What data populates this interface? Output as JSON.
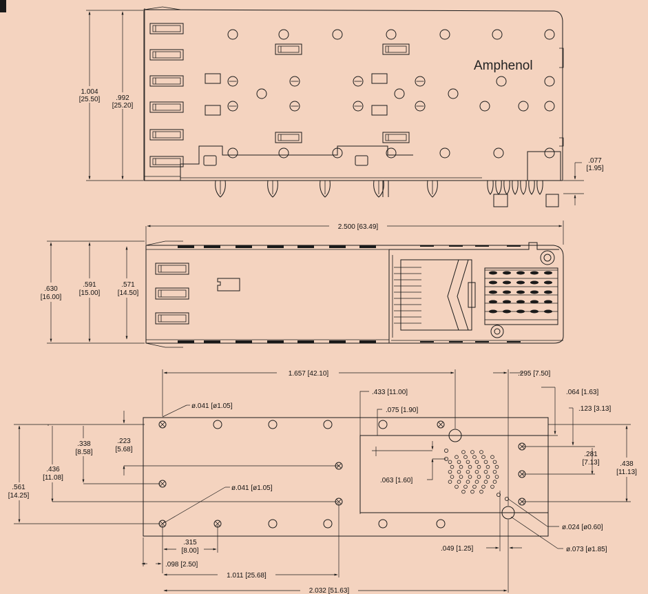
{
  "brand": "Amphenol",
  "top_view": {
    "height_total": [
      "1.004",
      "[25.50]"
    ],
    "height_body": [
      ".992",
      "[25.20]"
    ],
    "pin_offset": [
      ".077",
      "[1.95]"
    ]
  },
  "side_view": {
    "length": "2.500 [63.49]",
    "height_a": [
      ".630",
      "[16.00]"
    ],
    "height_b": [
      ".591",
      "[15.00]"
    ],
    "height_c": [
      ".571",
      "[14.50]"
    ]
  },
  "footprint": {
    "span_a": "1.657 [42.10]",
    "span_b": ".295 [7.50]",
    "hole_dia_top": "ø.041 [ø1.05]",
    "hole_dia_mid": "ø.041 [ø1.05]",
    "box_top": ".433 [11.00]",
    "box_sub": ".075 [1.90]",
    "right_a": ".064 [1.63]",
    "right_b": ".123 [3.13]",
    "right_c": [
      ".281",
      "[7.13]"
    ],
    "right_d": [
      ".438",
      "[11.13]"
    ],
    "left_a": [
      ".561",
      "[14.25]"
    ],
    "left_b": [
      ".436",
      "[11.08]"
    ],
    "left_c": [
      ".338",
      "[8.58]"
    ],
    "left_d": [
      ".223",
      "[5.68]"
    ],
    "pitch_small": ".063 [1.60]",
    "pitch_x": [
      ".315",
      "[8.00]"
    ],
    "offset_x": ".098 [2.50]",
    "span_c": "1.011 [25.68]",
    "span_d": "2.032 [51.63]",
    "grid_dx": ".049 [1.25]",
    "small_hole": "ø.024 [ø0.60]",
    "large_hole": "ø.073 [ø1.85]"
  }
}
